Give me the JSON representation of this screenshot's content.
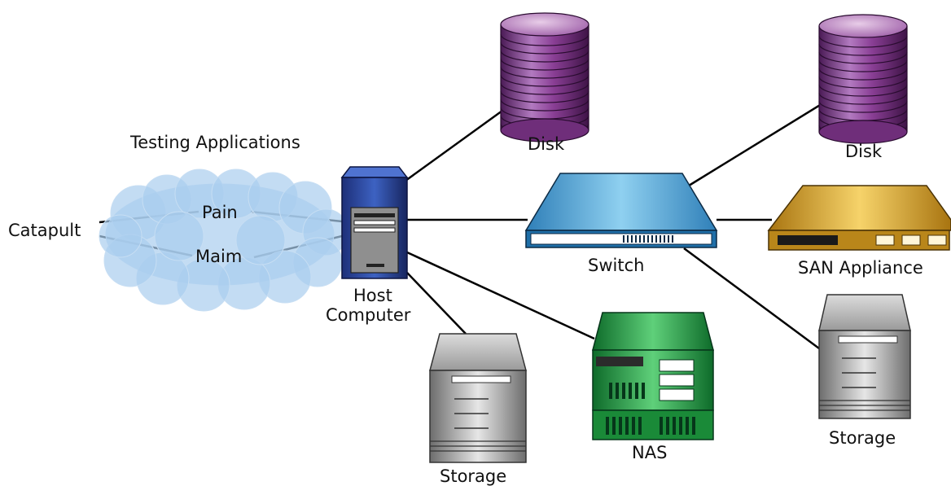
{
  "labels": {
    "testing_applications": "Testing Applications",
    "catapult": "Catapult",
    "pain": "Pain",
    "maim": "Maim",
    "host_line1": "Host",
    "host_line2": "Computer",
    "disk_1": "Disk",
    "disk_2": "Disk",
    "switch": "Switch",
    "san_appliance": "SAN Appliance",
    "nas": "NAS",
    "storage_1": "Storage",
    "storage_2": "Storage"
  },
  "icons": {
    "cloud": "cloud-icon",
    "host": "server-tower-icon",
    "disk": "disk-stack-icon",
    "switch": "network-switch-icon",
    "san": "san-appliance-icon",
    "nas": "nas-icon",
    "storage": "storage-tower-icon"
  },
  "colors": {
    "cloud": "#a9cdee",
    "host": "#2f4fa8",
    "disk": "#8a3f95",
    "switch": "#3f95c8",
    "san": "#d8a21c",
    "nas": "#1f9a3e",
    "storage": "#9a9a9a"
  }
}
